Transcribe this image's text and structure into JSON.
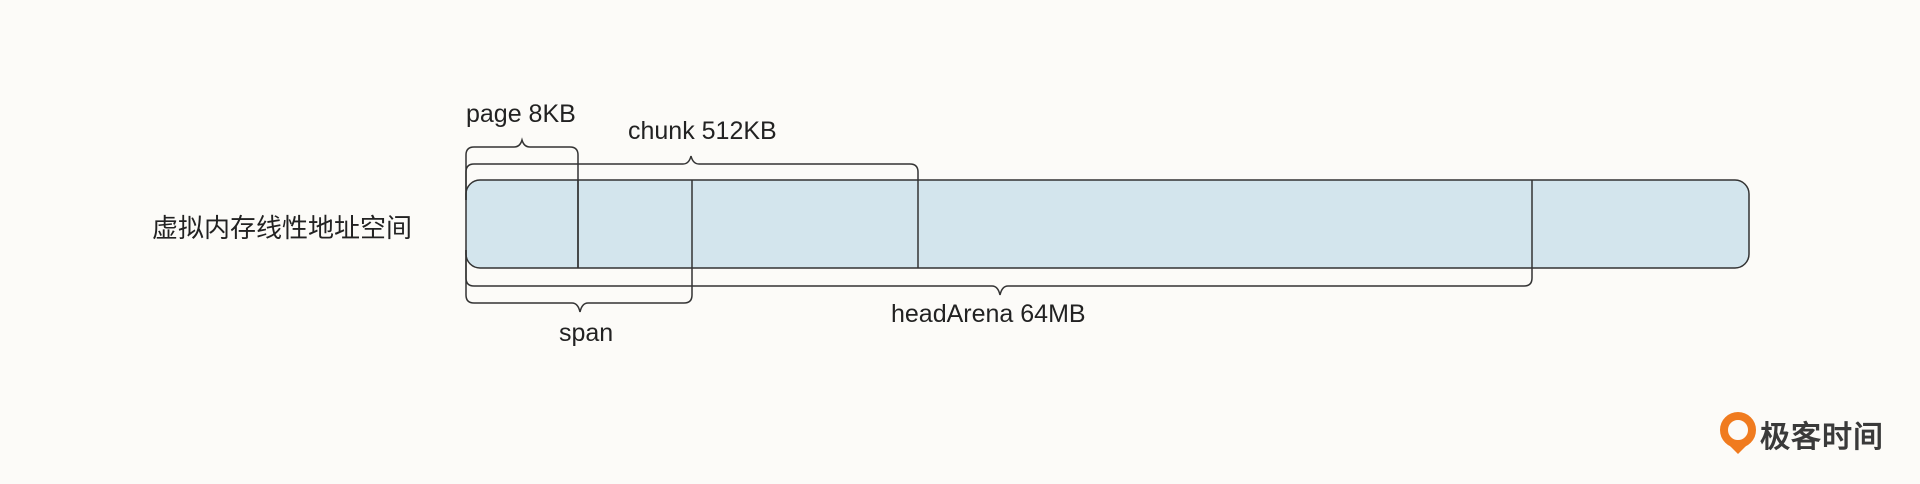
{
  "row_label": "虚拟内存线性地址空间",
  "labels": {
    "page": "page 8KB",
    "chunk": "chunk 512KB",
    "span": "span",
    "arena": "headArena 64MB"
  },
  "logo": {
    "text": "极客时间"
  },
  "colors": {
    "bar_fill": "#d3e5ed",
    "stroke": "#333333",
    "logo_orange": "#f07b1f"
  }
}
